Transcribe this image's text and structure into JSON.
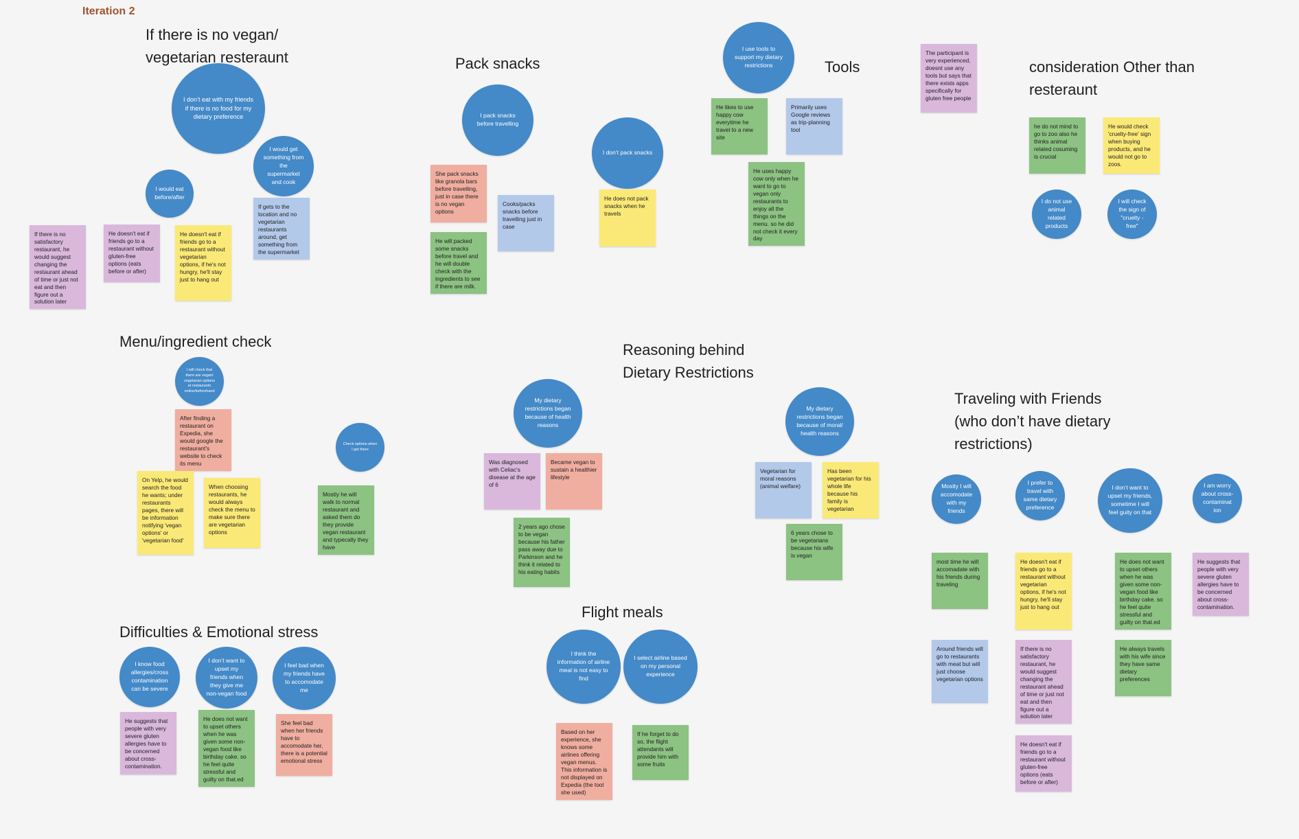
{
  "iteration_label": "Iteration 2",
  "colors": {
    "circle": "#4489c8",
    "pink": "#f0aea0",
    "purple": "#d9b8dc",
    "yellow": "#fbe977",
    "green": "#8cc282",
    "blue": "#b3c9ea"
  },
  "titles": {
    "no_vegan": "If there is no vegan/\nvegetarian resteraunt",
    "pack_snacks": "Pack snacks",
    "tools": "Tools",
    "other_than_resteraunt": "consideration Other than\nresteraunt",
    "menu_check": "Menu/ingredient check",
    "reasoning": "Reasoning behind\nDietary Restrictions",
    "traveling_friends": "Traveling with Friends\n(who don’t have dietary\nrestrictions)",
    "difficulties": "Difficulties & Emotional stress",
    "flight_meals": "Flight meals"
  },
  "no_vegan": {
    "c1": "I don’t eat with my friends if there is no food for my  dietary preference",
    "c2": "I would get something from the supermarket and cook",
    "c3": "I would eat before/after",
    "n1": "If there is no satisfactory restaurant, he would suggest changing the restaurant ahead of time or just not eat and then figure out a solution later",
    "n2": "He doesn't eat if friends go to a restaurant without gluten-free options (eats before or after)",
    "n3": "He doesn't eat if friends go to a restaurant without vegetarian options, if he's not hungry, he'll stay just to hang out",
    "n4": "If gets to the location and no vegetarian restaurants around, get something from the supermarket"
  },
  "pack_snacks": {
    "c1": "I pack snacks before travelling",
    "c2": "I don’t pack snacks",
    "n1": "She pack snacks like granola bars before travelling, just in case there is no vegan options",
    "n2": "Cooks/packs snacks before travelling just in case",
    "n3": "He will packed some snacks before travel and he will double check with the ingredients to see if there are milk.",
    "n4": "He does not pack snacks when he travels"
  },
  "tools": {
    "c1": "I use tools to support my dietary restrictions",
    "n1": "He likes to use happy cow everytime he travel to a new site",
    "n2": "Primarily uses Google reviews as trip-planning tool",
    "n3": "He uses happy cow only when he want to go to vegan only restaurants to enjoy all the things on the menu. so he did not check it every day",
    "n4": "The participant is very experienced, doesnt use any tools but says that there exists apps specifically for gluten free people"
  },
  "other": {
    "n1": "he do not mind to go to zoo also he thinks animal related cosuming is crucial",
    "n2": "He would check 'cruelty-free' sign when buying products, and he would not go to zoos.",
    "c1": "I  do not use animal related products",
    "c2": "I  will check the sign of \"cruelty - free\""
  },
  "menu_check": {
    "c1": "I will  check that there are vegan/ vegetarian options at restaurants online/beforehand",
    "c2": "Check options when I get there",
    "n1": "After finding a restaurant on Expedia, she would google the restaurant's website to check its menu",
    "n2": "On Yelp, he would search the food he wants; under restaurants pages, there will be information notifying 'vegan options' or 'vegetarian food'",
    "n3": "When choosing restaurants, he would always check the menu to make sure there are vegetarian options",
    "n4": "Mostly he will walk to normal restaurant and asked them do they provide vegan restaurant and typecally they have"
  },
  "reasoning": {
    "c1": "My dietary restrictions began because of health reasons",
    "c2": "My dietary restrictions began because of moral/ health reasons",
    "n1": "Was diagnosed with Celiac's disease at the age of 6",
    "n2": "Became vegan to sustain a healthier lifestyle",
    "n3": "2 years ago chose to be vegan because his father pass away due to Parkinson and he think it related to his eating habits",
    "n4": "Vegetarian for moral reasons (animal welfare)",
    "n5": "Has been vegetarian for his whole life because his family is vegetarian",
    "n6": "6 years chose to be vegetarians because his wife is vegan"
  },
  "traveling": {
    "c1": "Mostly I will accomodate with my friends",
    "c2": "I prefer to travel with same dietary preference",
    "c3": "I don’t want to upset my friends, sometime I will feel guity on that",
    "c4": "I am worry about cross-contaminat ion",
    "n1": "most time he will accomadate with his friends during traveling",
    "n2": "Around friends will go to restaurants with meat but will just choose vegetarian options",
    "n3": "He doesn't eat if friends go to a restaurant without vegetarian options, if he's not hungry, he'll stay just to hang out",
    "n4": "If there is no satisfactory restaurant, he would suggest changing the restaurant ahead of time or just not eat and then figure out a solution later",
    "n5": "He doesn't eat if friends go to a restaurant without gluten-free options (eats before or after)",
    "n6": "He does not want to upset others when he was given some non-vegan food like birthday cake. so he feel quite stressful and guilty on that.ed",
    "n7": "He always travels with his wife since they have same dietary preferences",
    "n8": "He suggests that people with very severe gluten allergies have to be concerned about cross-contamination."
  },
  "difficulties": {
    "c1": "I know food allergies/cross contamination can be severe",
    "c2": "I don’t want to upset my friends when they give me non-vegan food",
    "c3": "I feel bad when my friends have to accomodate me",
    "n1": "He suggests that people with very severe gluten allergies have to be concerned about cross-contamination.",
    "n2": "He does not want to upset others when he was given some non-vegan food like birthday cake. so he feel quite stressful and guilty on that.ed",
    "n3": "She feel bad when her friends have to accomodate her, there is a potential emotional stress"
  },
  "flight": {
    "c1": "I think the information of airline meal is not easy to find",
    "c2": "I select airline based on my personal experience",
    "n1": "Based on her experience, she knows some airlines offering vegan menus. This information is not displayed on Expedia (the tool she used)",
    "n2": "If he forget to do so, the flight attendants will provide him with some fruits"
  }
}
